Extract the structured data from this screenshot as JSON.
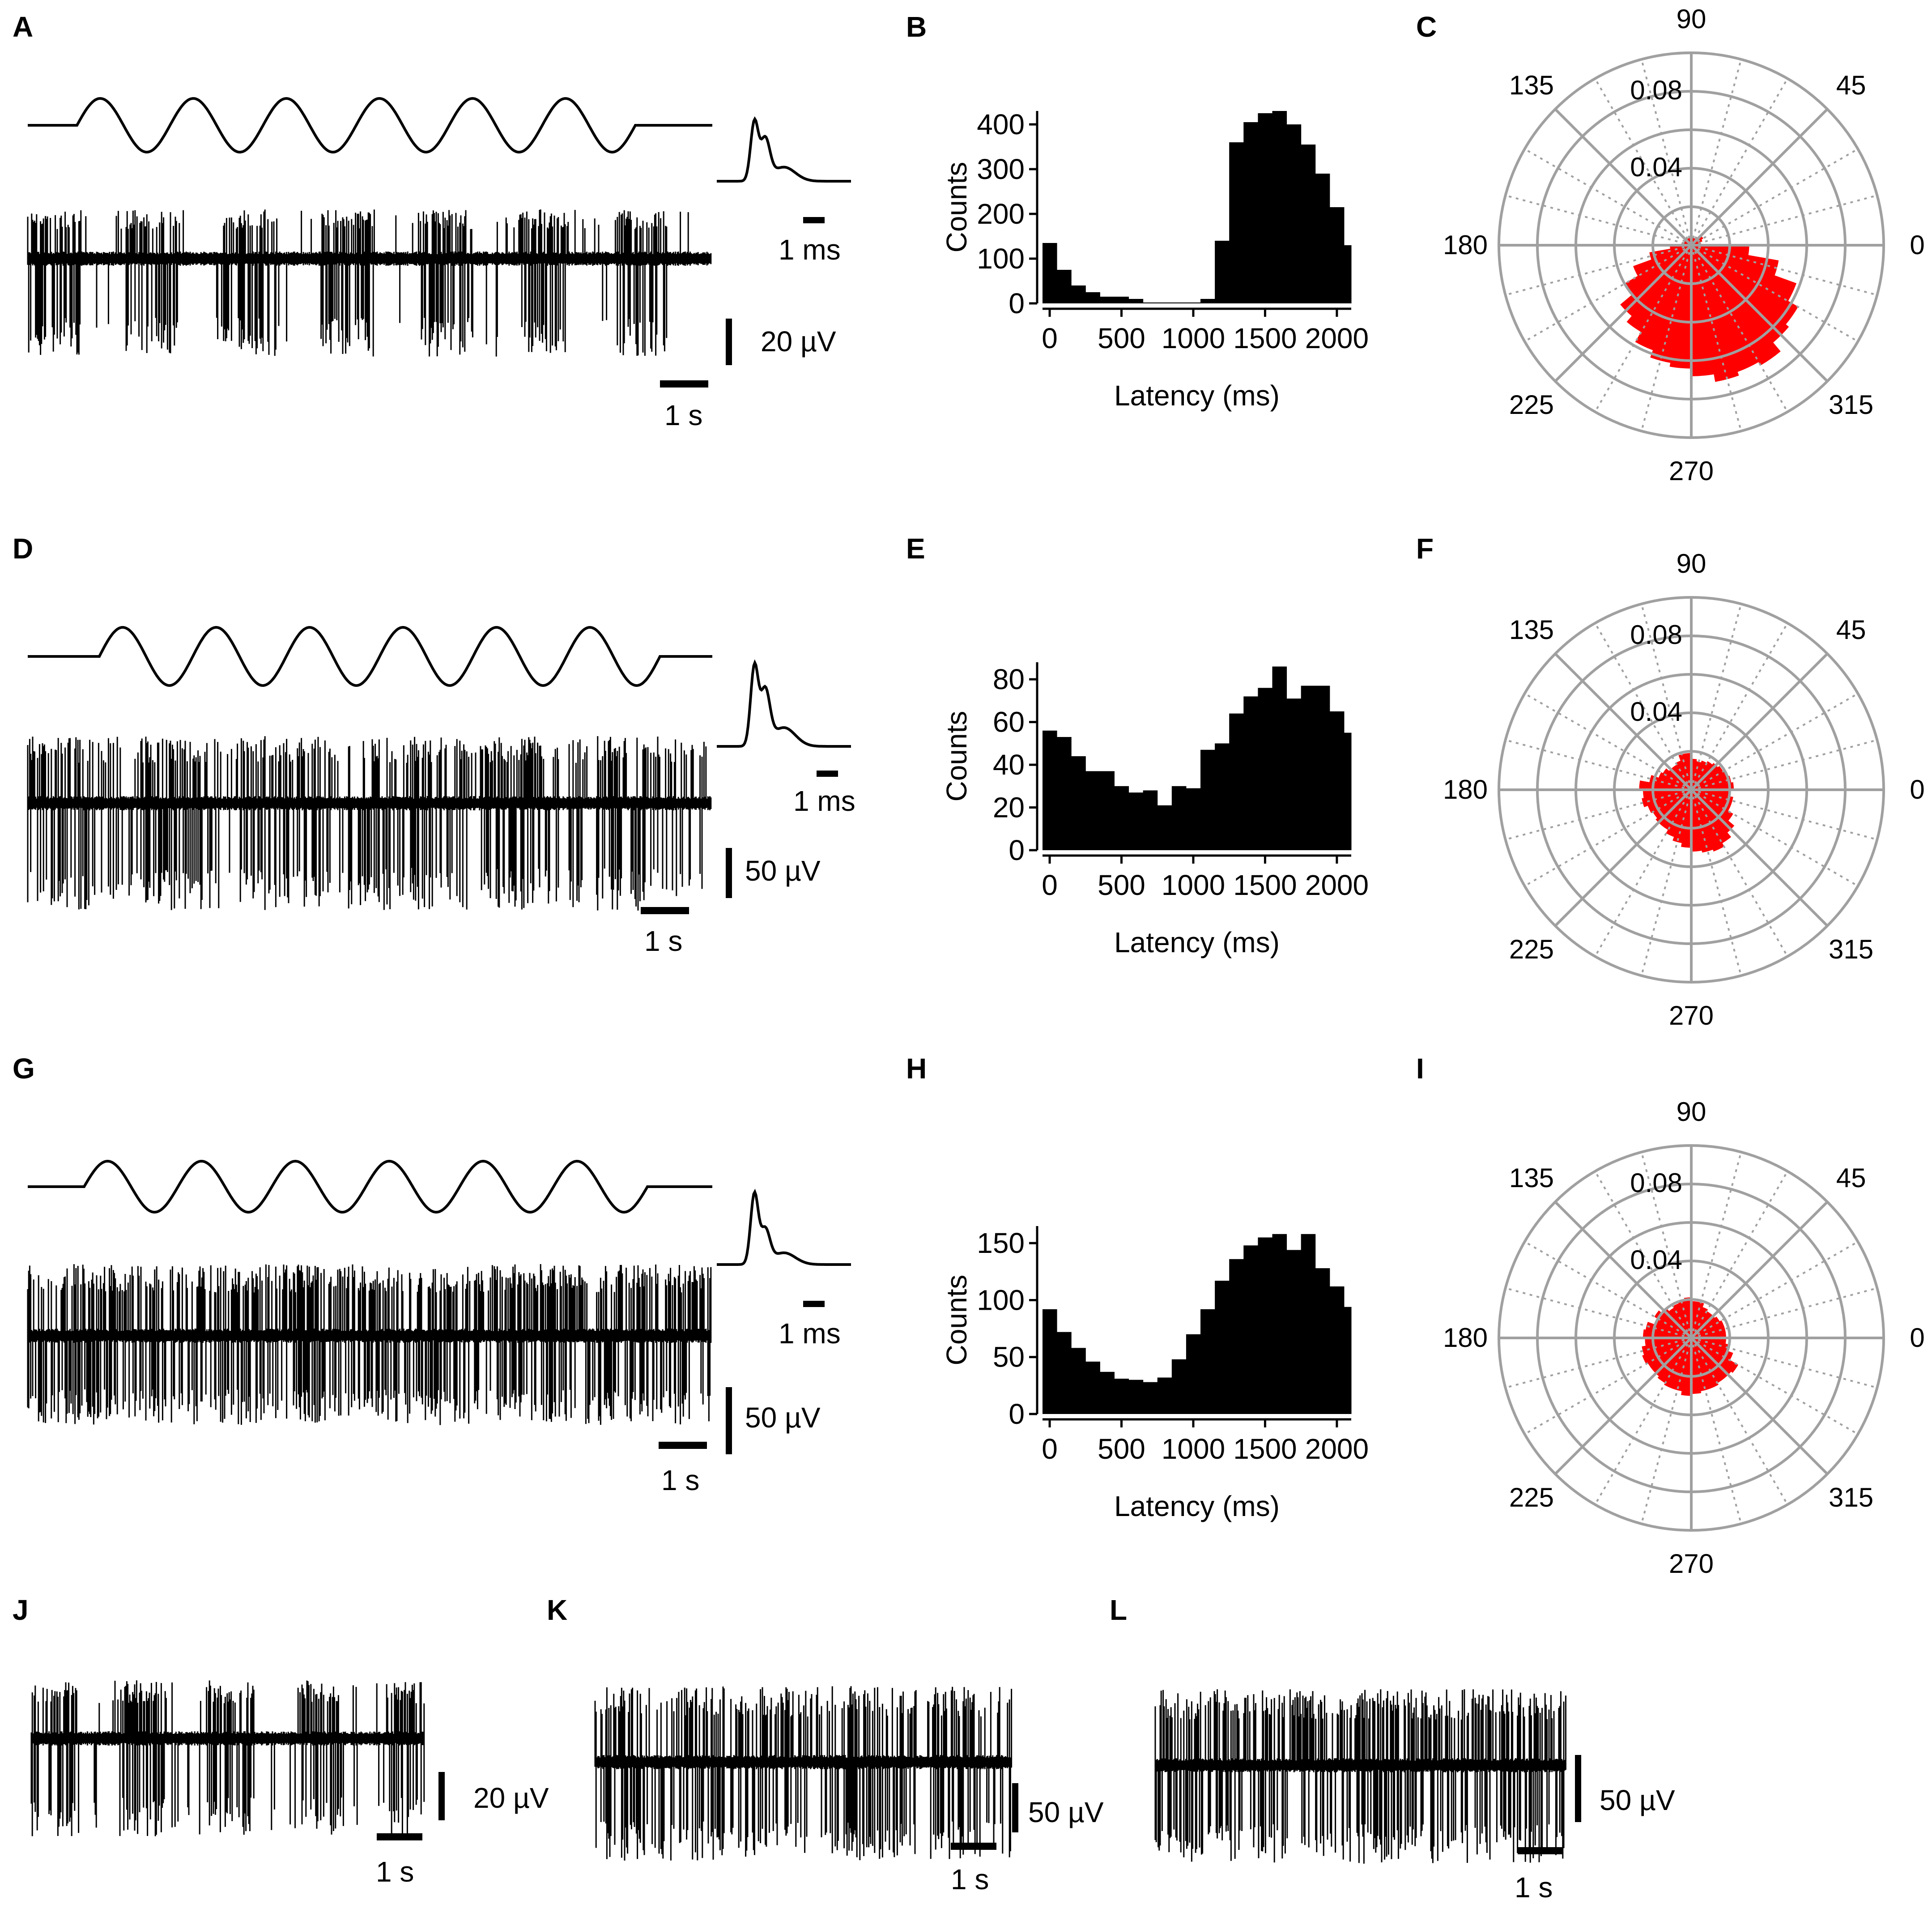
{
  "panel_labels": [
    "A",
    "B",
    "C",
    "D",
    "E",
    "F",
    "G",
    "H",
    "I",
    "J",
    "K",
    "L"
  ],
  "traces": {
    "A": {
      "spike_scale": "1 ms",
      "amp_scale": "20 µV",
      "time_scale": "1 s",
      "pattern": "bursts"
    },
    "D": {
      "spike_scale": "1 ms",
      "amp_scale": "50 µV",
      "time_scale": "1 s",
      "pattern": "modulated"
    },
    "G": {
      "spike_scale": "1 ms",
      "amp_scale": "50 µV",
      "time_scale": "1 s",
      "pattern": "dense"
    },
    "J": {
      "amp_scale": "20 µV",
      "time_scale": "1 s",
      "pattern": "bursts"
    },
    "K": {
      "amp_scale": "50 µV",
      "time_scale": "1 s",
      "pattern": "modulated"
    },
    "L": {
      "amp_scale": "50 µV",
      "time_scale": "1 s",
      "pattern": "dense"
    }
  },
  "chart_data": [
    {
      "panel": "B",
      "type": "bar",
      "xlabel": "Latency (ms)",
      "ylabel": "Counts",
      "xlim": [
        -50,
        2100
      ],
      "ylim": [
        0,
        430
      ],
      "xticks": [
        0,
        500,
        1000,
        1500,
        2000
      ],
      "yticks": [
        0,
        100,
        200,
        300,
        400
      ],
      "bin_width": 100,
      "bin_starts": [
        -50,
        50,
        150,
        250,
        350,
        450,
        550,
        650,
        750,
        850,
        950,
        1050,
        1150,
        1250,
        1350,
        1450,
        1550,
        1650,
        1750,
        1850,
        1950,
        2050
      ],
      "values": [
        135,
        75,
        40,
        25,
        15,
        15,
        10,
        2,
        2,
        2,
        2,
        10,
        140,
        360,
        405,
        425,
        430,
        400,
        355,
        290,
        215,
        130
      ]
    },
    {
      "panel": "E",
      "type": "bar",
      "xlabel": "Latency (ms)",
      "ylabel": "Counts",
      "xlim": [
        -50,
        2100
      ],
      "ylim": [
        0,
        88
      ],
      "xticks": [
        0,
        500,
        1000,
        1500,
        2000
      ],
      "yticks": [
        0,
        20,
        40,
        60,
        80
      ],
      "bin_width": 100,
      "bin_starts": [
        -50,
        50,
        150,
        250,
        350,
        450,
        550,
        650,
        750,
        850,
        950,
        1050,
        1150,
        1250,
        1350,
        1450,
        1550,
        1650,
        1750,
        1850,
        1950,
        2050
      ],
      "values": [
        56,
        53,
        44,
        37,
        37,
        30,
        27,
        28,
        21,
        30,
        29,
        47,
        50,
        64,
        72,
        76,
        86,
        71,
        77,
        77,
        65,
        55
      ]
    },
    {
      "panel": "H",
      "type": "bar",
      "xlabel": "Latency (ms)",
      "ylabel": "Counts",
      "xlim": [
        -50,
        2100
      ],
      "ylim": [
        0,
        165
      ],
      "xticks": [
        0,
        500,
        1000,
        1500,
        2000
      ],
      "yticks": [
        0,
        50,
        100,
        150
      ],
      "bin_width": 100,
      "bin_starts": [
        -50,
        50,
        150,
        250,
        350,
        450,
        550,
        650,
        750,
        850,
        950,
        1050,
        1150,
        1250,
        1350,
        1450,
        1550,
        1650,
        1750,
        1850,
        1950,
        2050
      ],
      "values": [
        92,
        72,
        58,
        46,
        37,
        31,
        30,
        28,
        32,
        48,
        70,
        92,
        117,
        136,
        148,
        155,
        158,
        144,
        158,
        128,
        112,
        94
      ]
    },
    {
      "panel": "C",
      "type": "polar-bar",
      "rmax": 0.1,
      "rings": [
        0.04,
        0.08
      ],
      "angle_labels": [
        0,
        45,
        90,
        135,
        180,
        225,
        270,
        315
      ],
      "sector_width_deg": 10,
      "sector_start_deg": 0,
      "values": [
        0.005,
        0.005,
        0.006,
        0.007,
        0.006,
        0.005,
        0.004,
        0.004,
        0.004,
        0.004,
        0.004,
        0.004,
        0.004,
        0.004,
        0.004,
        0.004,
        0.004,
        0.005,
        0.011,
        0.022,
        0.032,
        0.04,
        0.048,
        0.052,
        0.058,
        0.062,
        0.064,
        0.068,
        0.072,
        0.07,
        0.072,
        0.066,
        0.064,
        0.058,
        0.046,
        0.03
      ]
    },
    {
      "panel": "F",
      "type": "polar-bar",
      "rmax": 0.1,
      "rings": [
        0.04,
        0.08
      ],
      "angle_labels": [
        0,
        45,
        90,
        135,
        180,
        225,
        270,
        315
      ],
      "sector_width_deg": 10,
      "sector_start_deg": 0,
      "values": [
        0.022,
        0.021,
        0.02,
        0.019,
        0.018,
        0.017,
        0.016,
        0.015,
        0.016,
        0.019,
        0.019,
        0.016,
        0.015,
        0.015,
        0.017,
        0.018,
        0.022,
        0.027,
        0.025,
        0.026,
        0.024,
        0.023,
        0.024,
        0.024,
        0.026,
        0.028,
        0.03,
        0.032,
        0.033,
        0.034,
        0.032,
        0.029,
        0.025,
        0.022,
        0.022,
        0.02
      ]
    },
    {
      "panel": "I",
      "type": "polar-bar",
      "rmax": 0.1,
      "rings": [
        0.04,
        0.08
      ],
      "angle_labels": [
        0,
        45,
        90,
        135,
        180,
        225,
        270,
        315
      ],
      "sector_width_deg": 10,
      "sector_start_deg": 0,
      "values": [
        0.018,
        0.018,
        0.018,
        0.017,
        0.016,
        0.016,
        0.017,
        0.019,
        0.019,
        0.021,
        0.02,
        0.019,
        0.018,
        0.02,
        0.022,
        0.02,
        0.024,
        0.025,
        0.024,
        0.026,
        0.027,
        0.026,
        0.026,
        0.027,
        0.028,
        0.028,
        0.03,
        0.029,
        0.028,
        0.028,
        0.027,
        0.027,
        0.028,
        0.023,
        0.02,
        0.018
      ]
    }
  ]
}
